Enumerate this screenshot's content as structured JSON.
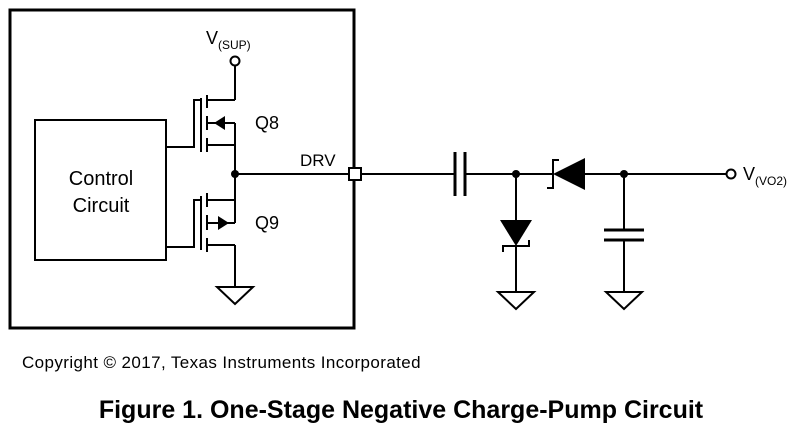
{
  "diagram": {
    "supply_label": {
      "base": "V",
      "sub": "(SUP)"
    },
    "output_label": {
      "base": "V",
      "sub": "(VO2)"
    },
    "control_block": {
      "line1": "Control",
      "line2": "Circuit"
    },
    "transistors": {
      "upper": "Q8",
      "lower": "Q9"
    },
    "pin_label": "DRV"
  },
  "copyright": "Copyright © 2017, Texas Instruments Incorporated",
  "caption": "Figure 1. One-Stage Negative Charge-Pump Circuit"
}
